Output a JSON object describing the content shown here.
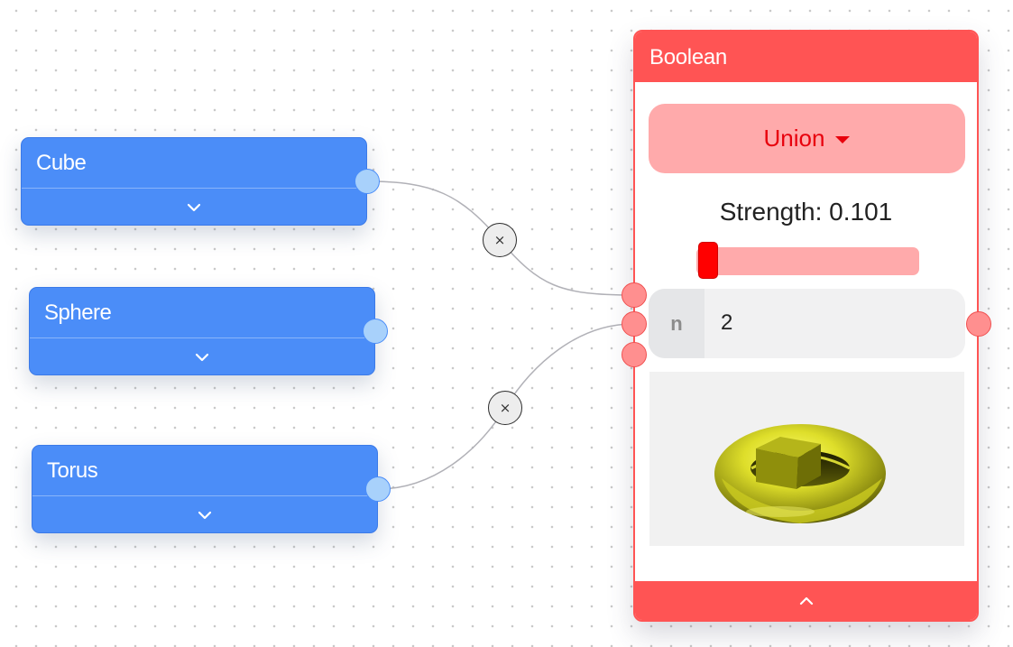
{
  "nodes": {
    "cube": {
      "title": "Cube"
    },
    "sphere": {
      "title": "Sphere"
    },
    "torus": {
      "title": "Torus"
    }
  },
  "boolean": {
    "title": "Boolean",
    "operation": "Union",
    "strength_label": "Strength: 0.101",
    "strength_value": 0.101,
    "n_label": "n",
    "n_value": "2"
  },
  "edge_remove_label": "×",
  "icons": {
    "expand": "chevron-down-icon",
    "collapse": "chevron-up-icon",
    "dropdown": "caret-down-icon",
    "remove_edge": "close-icon"
  },
  "colors": {
    "node_blue": "#4b8df8",
    "node_red": "#ff5454",
    "select_bg": "#ffaaab",
    "select_text": "#e8000c",
    "handle_blue": "#a8d1fb",
    "handle_red": "#ff8f8f",
    "preview_object": "#c8c820"
  }
}
